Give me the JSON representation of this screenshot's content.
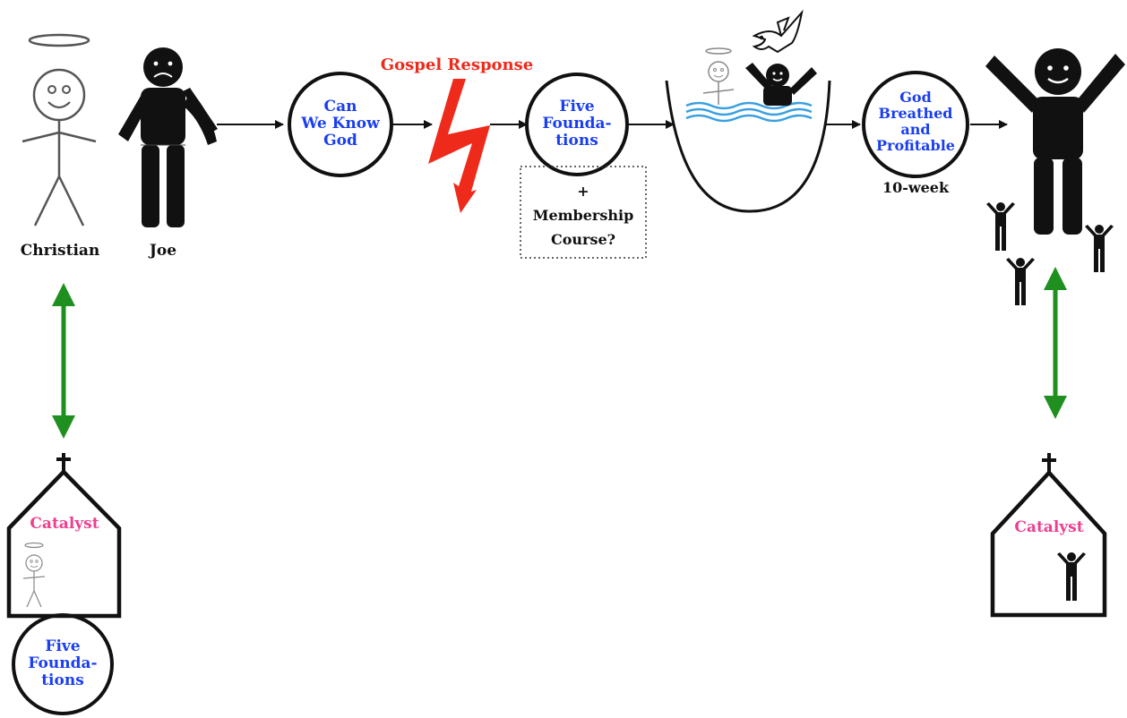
{
  "labels": {
    "christian": "Christian",
    "joe": "Joe",
    "gospel_response": "Gospel Response",
    "ten_week": "10-week",
    "membership": {
      "plus": "+",
      "line1": "Membership",
      "line2": "Course?"
    },
    "church_left": "Catalyst",
    "church_right": "Catalyst"
  },
  "circles": {
    "can_we_know_god": [
      "Can",
      "We Know",
      "God"
    ],
    "five_foundations_top": [
      "Five",
      "Founda-",
      "tions"
    ],
    "god_breathed": [
      "God",
      "Breathed",
      "and",
      "Profitable"
    ],
    "five_foundations_bottom": [
      "Five",
      "Founda-",
      "tions"
    ]
  },
  "colors": {
    "circle_text": "#1a3ef0",
    "gospel_red": "#ee2a1b",
    "catalyst_pink": "#ee3f8f",
    "green_arrow": "#1f8f1f",
    "water_blue": "#3aa0e0",
    "figure_black": "#111111"
  },
  "icons": [
    "halo-icon",
    "stick-figure-icon",
    "sad-person-icon",
    "lightning-bolt-icon",
    "dove-icon",
    "baptism-tub-icon",
    "joyful-person-icon",
    "church-icon"
  ]
}
